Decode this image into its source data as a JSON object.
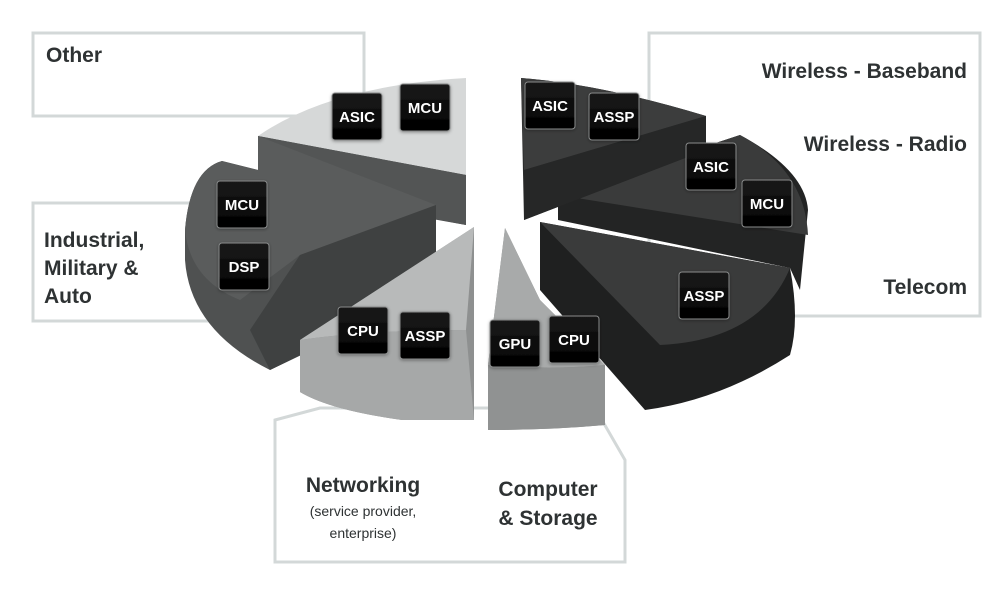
{
  "diagram": {
    "type": "exploded-3d-pie",
    "segments": [
      {
        "id": "other",
        "label": "Other",
        "chips": [
          "ASIC",
          "MCU"
        ],
        "color": "#d8dada"
      },
      {
        "id": "wireless-baseband",
        "label": "Wireless - Baseband",
        "chips": [
          "ASIC",
          "ASSP"
        ],
        "color": "#3a3b3b"
      },
      {
        "id": "wireless-radio",
        "label": "Wireless - Radio",
        "chips": [
          "ASIC",
          "MCU"
        ],
        "color": "#333434"
      },
      {
        "id": "telecom",
        "label": "Telecom",
        "chips": [
          "ASSP"
        ],
        "color": "#2a2b2b"
      },
      {
        "id": "computer-storage",
        "label_lines": [
          "Computer",
          "& Storage"
        ],
        "chips": [
          "GPU",
          "CPU"
        ],
        "color": "#9a9c9c"
      },
      {
        "id": "networking",
        "label": "Networking",
        "sublabel_lines": [
          "(service provider,",
          "enterprise)"
        ],
        "chips": [
          "CPU",
          "ASSP"
        ],
        "color": "#b3b5b5"
      },
      {
        "id": "industrial",
        "label_lines": [
          "Industrial,",
          "Military &",
          "Auto"
        ],
        "chips": [
          "MCU",
          "DSP"
        ],
        "color": "#555757"
      }
    ]
  }
}
